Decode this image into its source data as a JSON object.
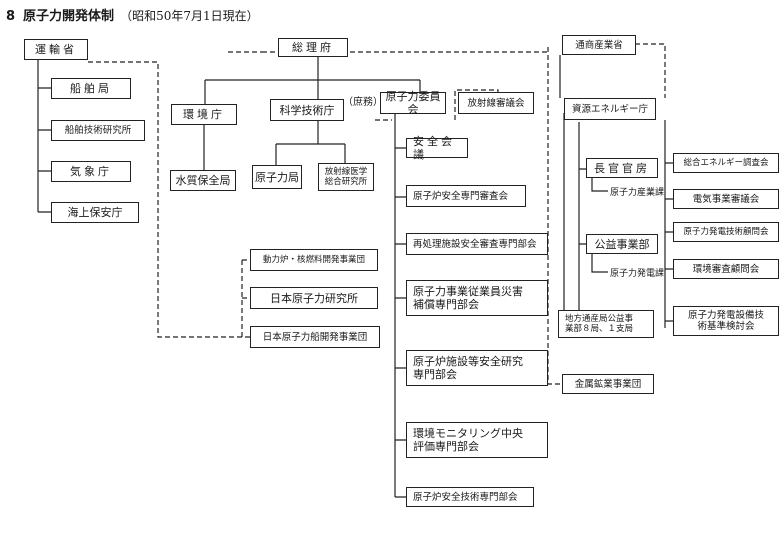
{
  "title": {
    "number": "8",
    "main": "原子力開発体制",
    "date": "（昭和50年7月1日現在）"
  },
  "nodes": {
    "unyu": "運輸省",
    "senpaku": "船舶局",
    "senpaku_ken": "船舶技術研究所",
    "kisho": "気象庁",
    "kaijo": "海上保安庁",
    "sorifu": "総理府",
    "kankyo": "環境庁",
    "suishitsu": "水質保全局",
    "kagaku": "科学技術庁",
    "shomu": "（庶務）",
    "genshiryoku_kyoku": "原子力局",
    "hoshasen_igaku": "放射線医学\n総合研究所",
    "iinkai": "原子力委員会",
    "hoshasen_shingi": "放射線審議会",
    "anzen_kaigi": "安全会議",
    "ro_shinsa": "原子炉安全専門審査会",
    "saishori": "再処理施設安全審査専門部会",
    "jugyoin": "原子力事業従業員災害\n補償専門部会",
    "shisetsu": "原子炉施設等安全研究\n専門部会",
    "monitoring": "環境モニタリング中央\n評価専門部会",
    "gijutsu": "原子炉安全技術専門部会",
    "doryokuro": "動力炉・核燃料開発事業団",
    "nihon_ken": "日本原子力研究所",
    "nihon_sen": "日本原子力船開発事業団",
    "tsusan": "通商産業省",
    "shigen": "資源エネルギー庁",
    "chokan": "長官官房",
    "sangyo_ka": "原子力産業課",
    "koeki": "公益事業部",
    "hatsuden_ka": "原子力発電課",
    "chiho": "地方通産局公益事\n業部８局、１支局",
    "kinzoku": "金属鉱業事業団",
    "sogo_chosa": "総合エネルギー調査会",
    "denki_shingi": "電気事業審議会",
    "komon": "原子力発電技術顧問会",
    "kankyo_shinsa": "環境審査顧問会",
    "kijun": "原子力発電設備技\n術基準検討会"
  }
}
